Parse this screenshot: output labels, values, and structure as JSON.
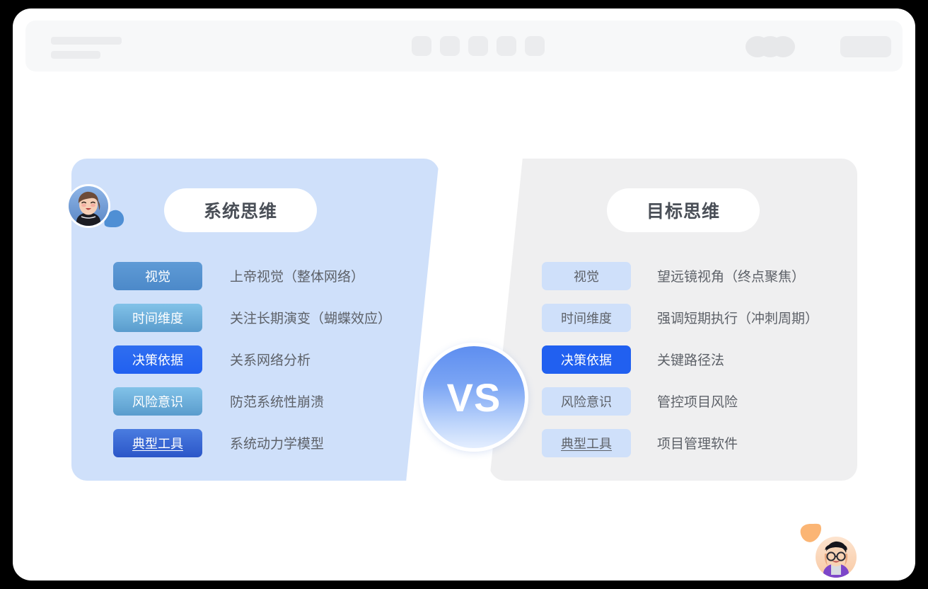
{
  "window": {
    "background_color": "#000000",
    "card_color": "#ffffff"
  },
  "toolbar": {
    "skeleton_title_line_1": "",
    "skeleton_title_line_2": "",
    "chip_count": 5,
    "presence_avatar_count": 3,
    "action_button_label": ""
  },
  "stage": {
    "vs_label": "VS",
    "vs_accent": "#5e8ef0"
  },
  "panels": [
    {
      "id": "system-thinking",
      "title": "系统思维",
      "background_color": "#cfe0fa",
      "rows": [
        {
          "tag": "视觉",
          "tag_style": "steel",
          "underline": false,
          "text": "上帝视觉（整体网络）"
        },
        {
          "tag": "时间维度",
          "tag_style": "sky",
          "underline": false,
          "text": "关注长期演变（蝴蝶效应）"
        },
        {
          "tag": "决策依据",
          "tag_style": "royal",
          "underline": false,
          "text": "关系网络分析"
        },
        {
          "tag": "风险意识",
          "tag_style": "sky",
          "underline": false,
          "text": "防范系统性崩溃"
        },
        {
          "tag": "典型工具",
          "tag_style": "indigo",
          "underline": true,
          "text": "系统动力学模型"
        }
      ]
    },
    {
      "id": "goal-thinking",
      "title": "目标思维",
      "background_color": "#efeff0",
      "rows": [
        {
          "tag": "视觉",
          "tag_style": "pale",
          "underline": false,
          "text": "望远镜视角（终点聚焦）"
        },
        {
          "tag": "时间维度",
          "tag_style": "pale",
          "underline": false,
          "text": "强调短期执行（冲刺周期）"
        },
        {
          "tag": "决策依据",
          "tag_style": "solid-blue",
          "underline": false,
          "text": "关键路径法"
        },
        {
          "tag": "风险意识",
          "tag_style": "pale",
          "underline": false,
          "text": "管控项目风险"
        },
        {
          "tag": "典型工具",
          "tag_style": "pale",
          "underline": true,
          "text": "项目管理软件"
        }
      ]
    }
  ],
  "cursors": [
    {
      "id": "alpha",
      "color": "#4f8fd4",
      "avatar": "avatar-woman-dark-hair"
    },
    {
      "id": "beta",
      "color": "#fbb574",
      "avatar": "avatar-woman-glasses-cap"
    }
  ]
}
